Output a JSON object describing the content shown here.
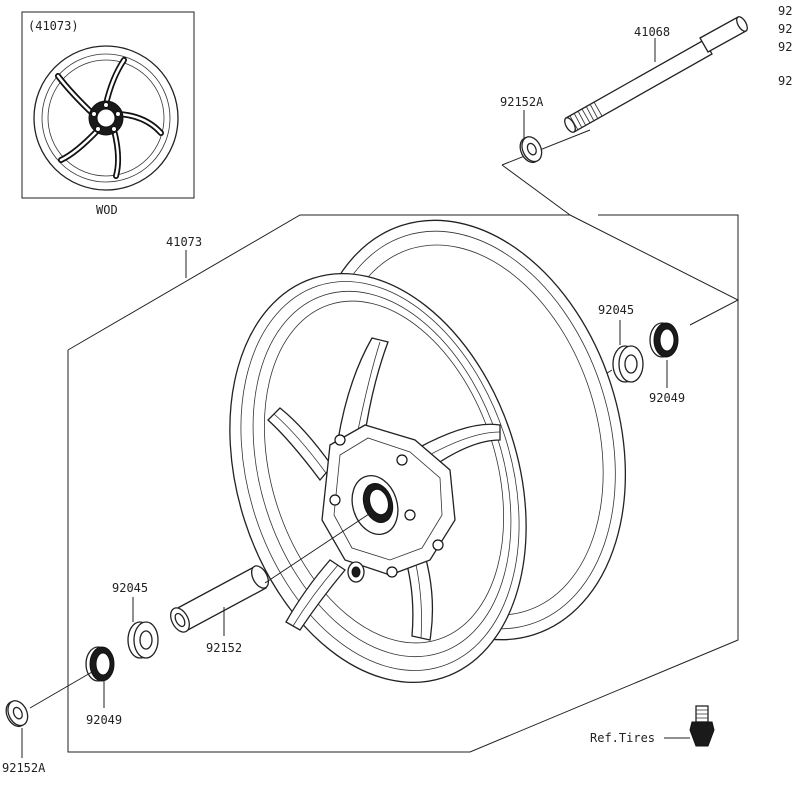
{
  "inset": {
    "part_number": "(41073)",
    "caption": "WOD"
  },
  "labels": {
    "axle": "41068",
    "axle_collar": "92152A",
    "wheel": "41073",
    "bearing_right": "92045",
    "seal_right": "92049",
    "bearing_left": "92045",
    "spacer": "92152",
    "seal_left": "92049",
    "collar_left": "92152A",
    "ref_tires": "Ref.Tires"
  },
  "side_labels": [
    "92",
    "92",
    "92",
    "92"
  ]
}
